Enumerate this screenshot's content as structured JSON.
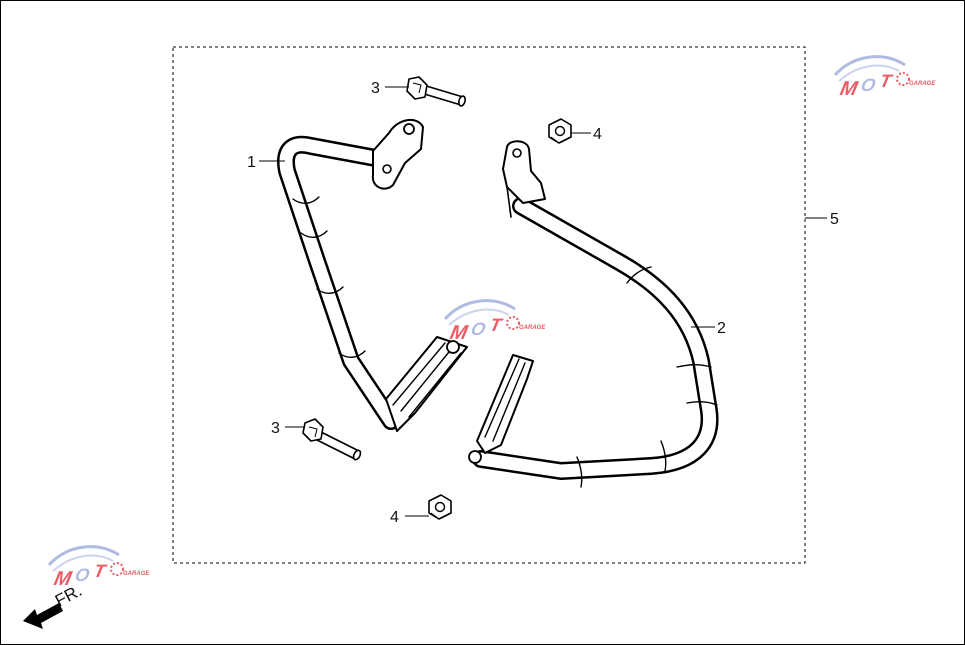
{
  "diagram": {
    "callouts": {
      "part_1": "1",
      "part_2": "2",
      "part_3_top": "3",
      "part_3_bottom": "3",
      "part_4_top": "4",
      "part_4_bottom": "4",
      "part_5_kit": "5"
    },
    "direction_label": "FR.",
    "watermark": {
      "brand": "MOTO",
      "tagline": "GARAGE"
    },
    "colors": {
      "line": "#000000",
      "watermark_red": "#e84a55",
      "watermark_blue": "#a8b4de"
    }
  }
}
